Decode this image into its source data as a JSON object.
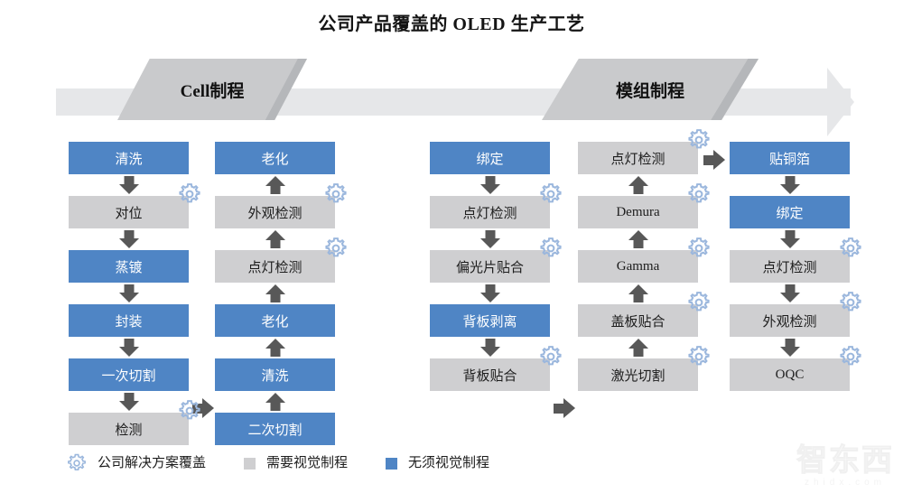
{
  "title": "公司产品覆盖的 OLED 生产工艺",
  "colors": {
    "blue": "#4f85c5",
    "gray": "#cfcfd1",
    "arrow": "#585858",
    "banner": "#c9cacc",
    "bar": "#e6e7e9",
    "gear": "#9bb7dd"
  },
  "banners": [
    {
      "id": "cell",
      "label": "Cell制程"
    },
    {
      "id": "module",
      "label": "模组制程"
    }
  ],
  "columns": [
    {
      "id": "col1",
      "direction": "down",
      "nodes": [
        {
          "label": "清洗",
          "style": "blue",
          "gear": false
        },
        {
          "label": "对位",
          "style": "gray",
          "gear": true
        },
        {
          "label": "蒸镀",
          "style": "blue",
          "gear": false
        },
        {
          "label": "封装",
          "style": "blue",
          "gear": false
        },
        {
          "label": "一次切割",
          "style": "blue",
          "gear": false
        },
        {
          "label": "检测",
          "style": "gray",
          "gear": true
        }
      ]
    },
    {
      "id": "col2",
      "direction": "up",
      "nodes": [
        {
          "label": "老化",
          "style": "blue",
          "gear": false
        },
        {
          "label": "外观检测",
          "style": "gray",
          "gear": true
        },
        {
          "label": "点灯检测",
          "style": "gray",
          "gear": true
        },
        {
          "label": "老化",
          "style": "blue",
          "gear": false
        },
        {
          "label": "清洗",
          "style": "blue",
          "gear": false
        },
        {
          "label": "二次切割",
          "style": "blue",
          "gear": false
        }
      ]
    },
    {
      "id": "col3",
      "direction": "down",
      "nodes": [
        {
          "label": "绑定",
          "style": "blue",
          "gear": false
        },
        {
          "label": "点灯检测",
          "style": "gray",
          "gear": true
        },
        {
          "label": "偏光片贴合",
          "style": "gray",
          "gear": true
        },
        {
          "label": "背板剥离",
          "style": "blue",
          "gear": false
        },
        {
          "label": "背板贴合",
          "style": "gray",
          "gear": true
        }
      ]
    },
    {
      "id": "col4",
      "direction": "up",
      "nodes": [
        {
          "label": "点灯检测",
          "style": "gray",
          "gear": true
        },
        {
          "label": "Demura",
          "style": "gray",
          "gear": true
        },
        {
          "label": "Gamma",
          "style": "gray",
          "gear": true
        },
        {
          "label": "盖板贴合",
          "style": "gray",
          "gear": true
        },
        {
          "label": "激光切割",
          "style": "gray",
          "gear": true
        }
      ]
    },
    {
      "id": "col5",
      "direction": "down",
      "nodes": [
        {
          "label": "贴铜箔",
          "style": "blue",
          "gear": false
        },
        {
          "label": "绑定",
          "style": "blue",
          "gear": false
        },
        {
          "label": "点灯检测",
          "style": "gray",
          "gear": true
        },
        {
          "label": "外观检测",
          "style": "gray",
          "gear": true
        },
        {
          "label": "OQC",
          "style": "gray",
          "gear": true
        }
      ]
    }
  ],
  "legend": [
    {
      "icon": "gear-icon",
      "label": "公司解决方案覆盖"
    },
    {
      "icon": "gray-square",
      "label": "需要视觉制程"
    },
    {
      "icon": "blue-square",
      "label": "无须视觉制程"
    }
  ],
  "watermark": {
    "main": "智东西",
    "sub": "zhidx.com"
  }
}
